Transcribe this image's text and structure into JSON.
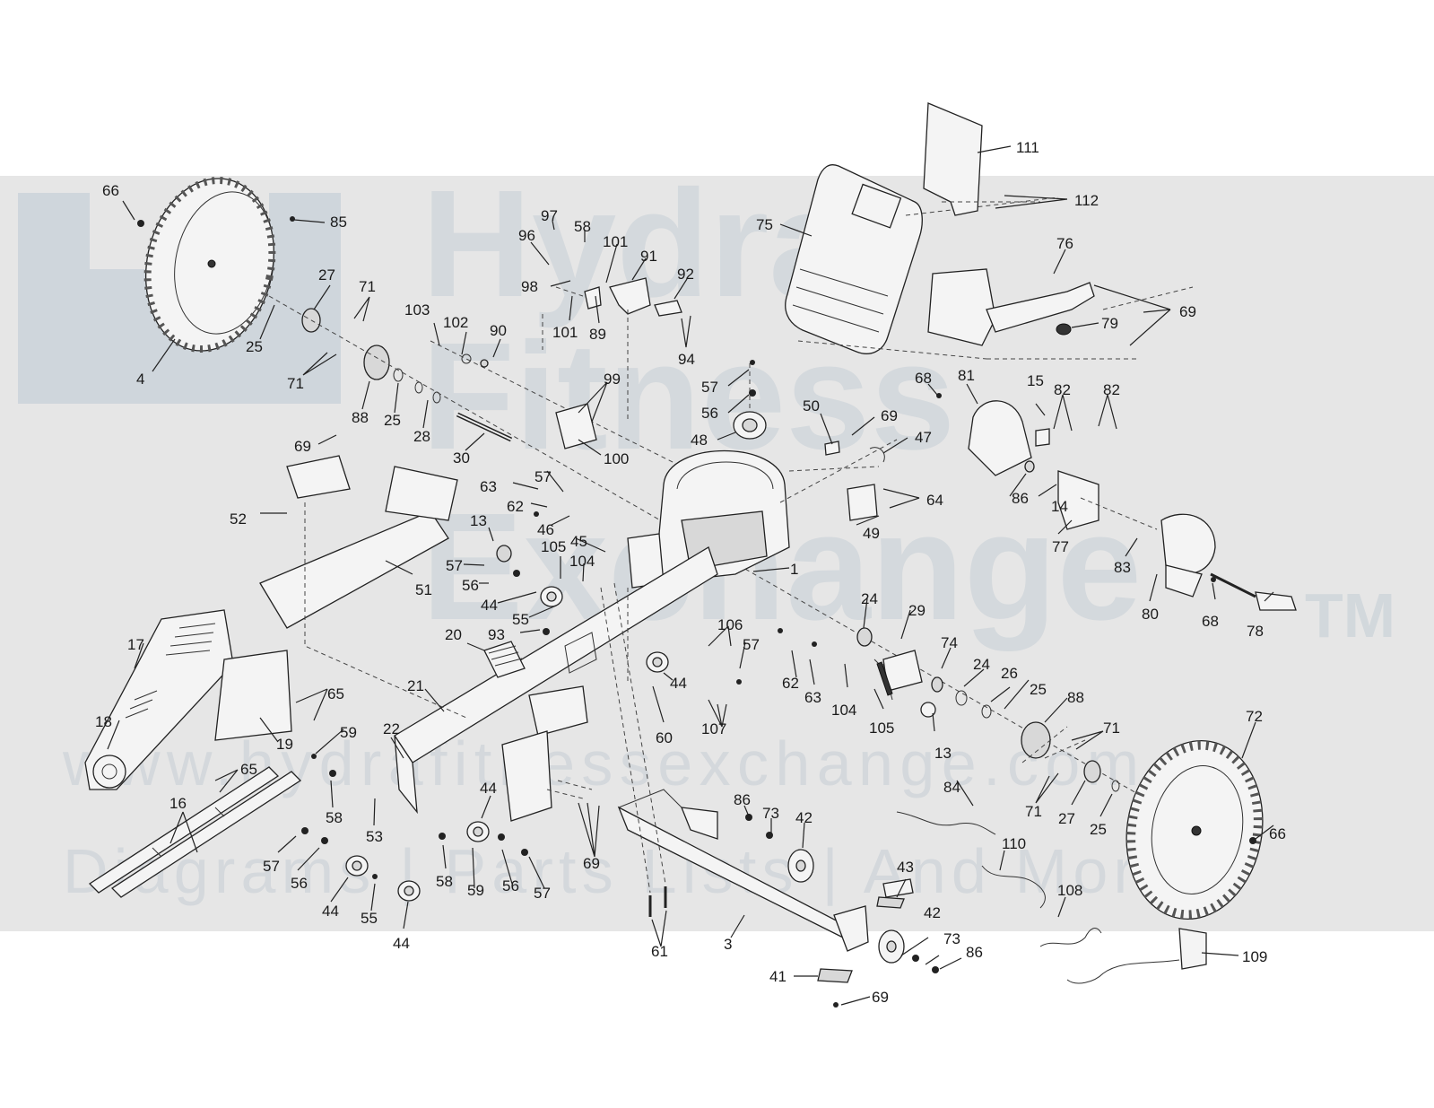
{
  "watermark": {
    "brand_lines": [
      "Hydra",
      "Fitness",
      "Exchange"
    ],
    "trademark": "TM",
    "url": "www.hydrafitnessexchange.com",
    "tagline": "Diagrams | Parts Lists | And More"
  },
  "callouts": [
    {
      "id": "c1",
      "text": "66"
    },
    {
      "id": "c2",
      "text": "85"
    },
    {
      "id": "c3",
      "text": "27"
    },
    {
      "id": "c4",
      "text": "71"
    },
    {
      "id": "c5",
      "text": "25"
    },
    {
      "id": "c6",
      "text": "4"
    },
    {
      "id": "c7",
      "text": "71"
    },
    {
      "id": "c8",
      "text": "88"
    },
    {
      "id": "c9",
      "text": "25"
    },
    {
      "id": "c10",
      "text": "28"
    },
    {
      "id": "c11",
      "text": "30"
    },
    {
      "id": "c12",
      "text": "103"
    },
    {
      "id": "c13",
      "text": "102"
    },
    {
      "id": "c14",
      "text": "90"
    },
    {
      "id": "c15",
      "text": "97"
    },
    {
      "id": "c16",
      "text": "96"
    },
    {
      "id": "c17",
      "text": "58"
    },
    {
      "id": "c18",
      "text": "101"
    },
    {
      "id": "c19",
      "text": "91"
    },
    {
      "id": "c20",
      "text": "92"
    },
    {
      "id": "c21",
      "text": "98"
    },
    {
      "id": "c22",
      "text": "101"
    },
    {
      "id": "c23",
      "text": "89"
    },
    {
      "id": "c24",
      "text": "94"
    },
    {
      "id": "c25",
      "text": "99"
    },
    {
      "id": "c26",
      "text": "100"
    },
    {
      "id": "c27",
      "text": "57"
    },
    {
      "id": "c28",
      "text": "56"
    },
    {
      "id": "c29",
      "text": "48"
    },
    {
      "id": "c30",
      "text": "50"
    },
    {
      "id": "c31",
      "text": "69"
    },
    {
      "id": "c32",
      "text": "47"
    },
    {
      "id": "c33",
      "text": "64"
    },
    {
      "id": "c34",
      "text": "49"
    },
    {
      "id": "c35",
      "text": "111"
    },
    {
      "id": "c36",
      "text": "112"
    },
    {
      "id": "c37",
      "text": "75"
    },
    {
      "id": "c38",
      "text": "76"
    },
    {
      "id": "c39",
      "text": "69"
    },
    {
      "id": "c40",
      "text": "79"
    },
    {
      "id": "c41",
      "text": "68"
    },
    {
      "id": "c42",
      "text": "81"
    },
    {
      "id": "c43",
      "text": "15"
    },
    {
      "id": "c44",
      "text": "82"
    },
    {
      "id": "c45",
      "text": "82"
    },
    {
      "id": "c46",
      "text": "86"
    },
    {
      "id": "c47",
      "text": "14"
    },
    {
      "id": "c48",
      "text": "77"
    },
    {
      "id": "c49",
      "text": "83"
    },
    {
      "id": "c50",
      "text": "80"
    },
    {
      "id": "c51",
      "text": "68"
    },
    {
      "id": "c52",
      "text": "78"
    },
    {
      "id": "c53",
      "text": "69"
    },
    {
      "id": "c54",
      "text": "52"
    },
    {
      "id": "c55",
      "text": "51"
    },
    {
      "id": "c56",
      "text": "63"
    },
    {
      "id": "c57",
      "text": "57"
    },
    {
      "id": "c58",
      "text": "62"
    },
    {
      "id": "c59",
      "text": "46"
    },
    {
      "id": "c60",
      "text": "13"
    },
    {
      "id": "c61",
      "text": "45"
    },
    {
      "id": "c62",
      "text": "105"
    },
    {
      "id": "c63",
      "text": "104"
    },
    {
      "id": "c64",
      "text": "57"
    },
    {
      "id": "c65",
      "text": "56"
    },
    {
      "id": "c66",
      "text": "44"
    },
    {
      "id": "c67",
      "text": "55"
    },
    {
      "id": "c68",
      "text": "1"
    },
    {
      "id": "c69",
      "text": "24"
    },
    {
      "id": "c70",
      "text": "29"
    },
    {
      "id": "c71",
      "text": "93"
    },
    {
      "id": "c72",
      "text": "20"
    },
    {
      "id": "c73",
      "text": "106"
    },
    {
      "id": "c74",
      "text": "57"
    },
    {
      "id": "c75",
      "text": "62"
    },
    {
      "id": "c76",
      "text": "63"
    },
    {
      "id": "c77",
      "text": "104"
    },
    {
      "id": "c78",
      "text": "74"
    },
    {
      "id": "c79",
      "text": "24"
    },
    {
      "id": "c80",
      "text": "26"
    },
    {
      "id": "c81",
      "text": "25"
    },
    {
      "id": "c82",
      "text": "88"
    },
    {
      "id": "c83",
      "text": "105"
    },
    {
      "id": "c84",
      "text": "13"
    },
    {
      "id": "c85",
      "text": "44"
    },
    {
      "id": "c86",
      "text": "60"
    },
    {
      "id": "c87",
      "text": "107"
    },
    {
      "id": "c88",
      "text": "17"
    },
    {
      "id": "c89",
      "text": "18"
    },
    {
      "id": "c90",
      "text": "65"
    },
    {
      "id": "c91",
      "text": "19"
    },
    {
      "id": "c92",
      "text": "65"
    },
    {
      "id": "c93",
      "text": "21"
    },
    {
      "id": "c94",
      "text": "22"
    },
    {
      "id": "c95",
      "text": "59"
    },
    {
      "id": "c96",
      "text": "58"
    },
    {
      "id": "c97",
      "text": "53"
    },
    {
      "id": "c98",
      "text": "16"
    },
    {
      "id": "c99",
      "text": "57"
    },
    {
      "id": "c100",
      "text": "56"
    },
    {
      "id": "c101",
      "text": "44"
    },
    {
      "id": "c102",
      "text": "55"
    },
    {
      "id": "c103",
      "text": "44"
    },
    {
      "id": "c104",
      "text": "58"
    },
    {
      "id": "c105",
      "text": "59"
    },
    {
      "id": "c106",
      "text": "56"
    },
    {
      "id": "c107",
      "text": "57"
    },
    {
      "id": "c108",
      "text": "44"
    },
    {
      "id": "c109",
      "text": "69"
    },
    {
      "id": "c110",
      "text": "61"
    },
    {
      "id": "c111",
      "text": "3"
    },
    {
      "id": "c112",
      "text": "86"
    },
    {
      "id": "c113",
      "text": "73"
    },
    {
      "id": "c114",
      "text": "42"
    },
    {
      "id": "c115",
      "text": "43"
    },
    {
      "id": "c116",
      "text": "42"
    },
    {
      "id": "c117",
      "text": "73"
    },
    {
      "id": "c118",
      "text": "86"
    },
    {
      "id": "c119",
      "text": "41"
    },
    {
      "id": "c120",
      "text": "69"
    },
    {
      "id": "c121",
      "text": "84"
    },
    {
      "id": "c122",
      "text": "110"
    },
    {
      "id": "c123",
      "text": "108"
    },
    {
      "id": "c124",
      "text": "109"
    },
    {
      "id": "c125",
      "text": "71"
    },
    {
      "id": "c126",
      "text": "71"
    },
    {
      "id": "c127",
      "text": "27"
    },
    {
      "id": "c128",
      "text": "25"
    },
    {
      "id": "c129",
      "text": "72"
    },
    {
      "id": "c130",
      "text": "66"
    }
  ]
}
